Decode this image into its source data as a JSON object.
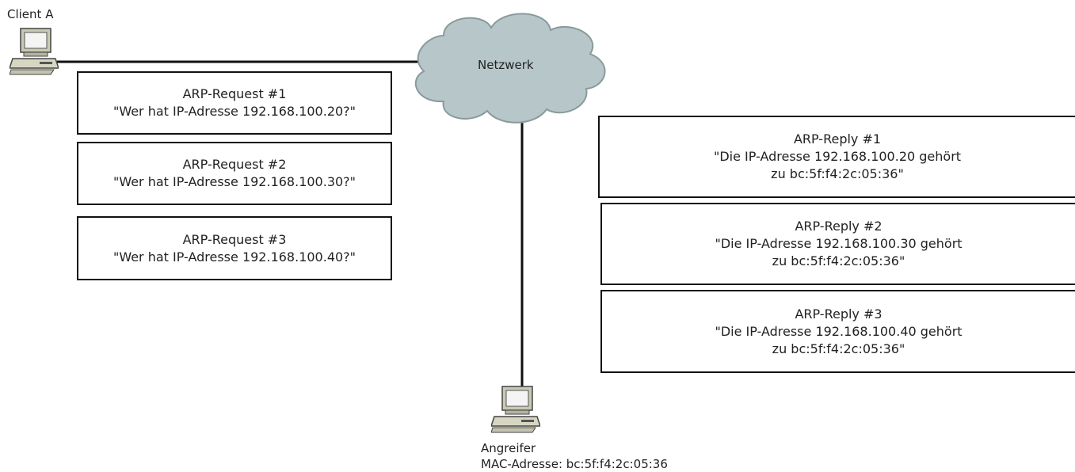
{
  "client": {
    "label": "Client A"
  },
  "network": {
    "label": "Netzwerk"
  },
  "attacker": {
    "name": "Angreifer",
    "mac": "MAC-Adresse: bc:5f:f4:2c:05:36"
  },
  "requests": [
    {
      "title": "ARP-Request #1",
      "text": "\"Wer hat IP-Adresse 192.168.100.20?\""
    },
    {
      "title": "ARP-Request #2",
      "text": "\"Wer hat IP-Adresse 192.168.100.30?\""
    },
    {
      "title": "ARP-Request #3",
      "text": "\"Wer hat IP-Adresse 192.168.100.40?\""
    }
  ],
  "replies": [
    {
      "title": "ARP-Reply #1",
      "line1": "\"Die IP-Adresse 192.168.100.20 gehört",
      "line2": "zu bc:5f:f4:2c:05:36\""
    },
    {
      "title": "ARP-Reply #2",
      "line1": "\"Die IP-Adresse 192.168.100.30 gehört",
      "line2": "zu bc:5f:f4:2c:05:36\""
    },
    {
      "title": "ARP-Reply #3",
      "line1": "\"Die IP-Adresse 192.168.100.40 gehört",
      "line2": "zu bc:5f:f4:2c:05:36\""
    }
  ]
}
